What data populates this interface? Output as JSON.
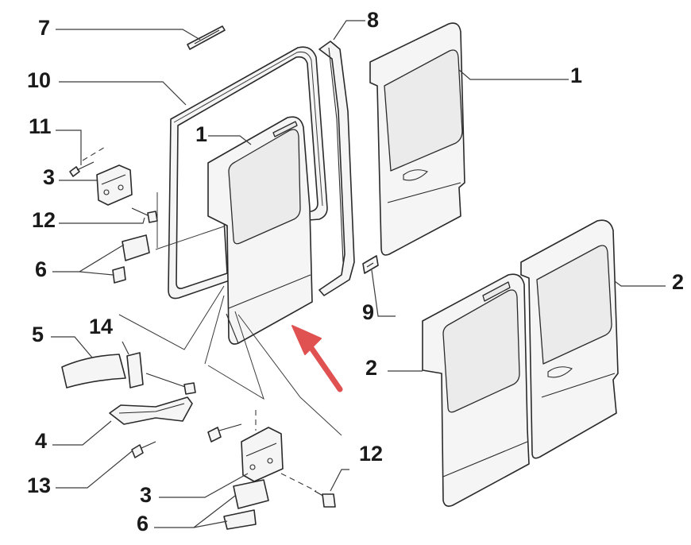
{
  "colors": {
    "line": "#2a2a2a",
    "fill": "#f5f5f5",
    "arrow": "#e05252"
  },
  "callouts": {
    "c7": "7",
    "c8": "8",
    "c10": "10",
    "c1_top_right": "1",
    "c1_center": "1",
    "c11": "11",
    "c3_upper": "3",
    "c12_upper": "12",
    "c6_upper": "6",
    "c9": "9",
    "c2_right": "2",
    "c2_center": "2",
    "c5": "5",
    "c14": "14",
    "c4": "4",
    "c13": "13",
    "c12_lower": "12",
    "c3_lower": "3",
    "c6_lower": "6"
  }
}
